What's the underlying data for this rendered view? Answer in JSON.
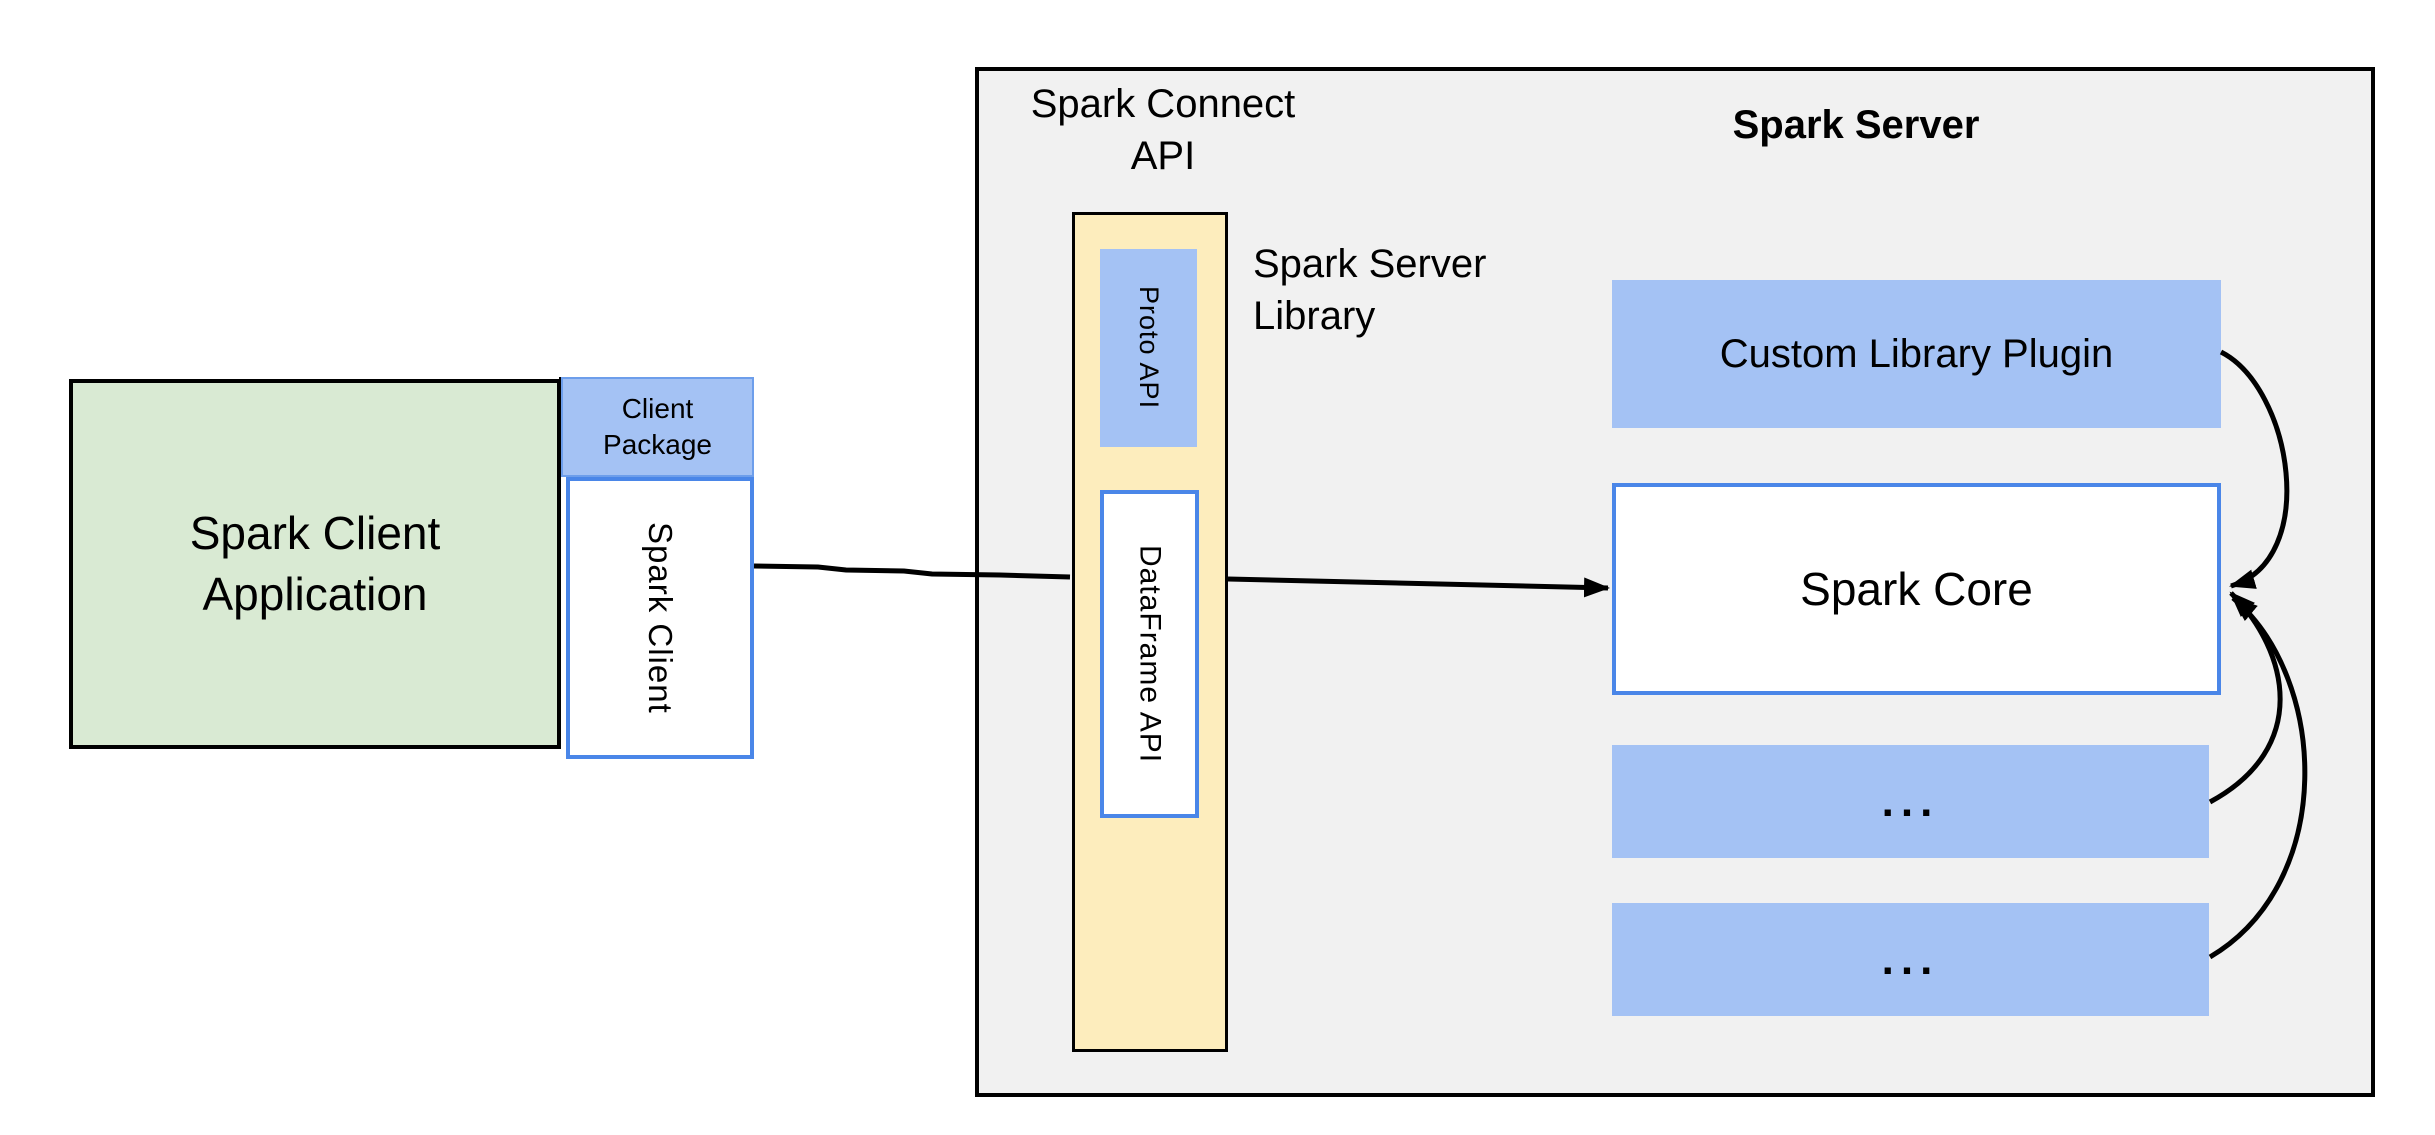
{
  "diagram": {
    "client_application": {
      "lines": [
        "Spark Client",
        "Application"
      ]
    },
    "client_package": {
      "lines": [
        "Client",
        "Package"
      ]
    },
    "spark_client": {
      "label": "Spark Client"
    },
    "spark_connect_api": {
      "lines": [
        "Spark Connect",
        "API"
      ]
    },
    "spark_server": {
      "label": "Spark Server"
    },
    "spark_server_library": {
      "lines": [
        "Spark Server",
        "Library"
      ]
    },
    "proto_api": {
      "label": "Proto API"
    },
    "dataframe_api": {
      "label": "DataFrame API"
    },
    "custom_library_plugin": {
      "label": "Custom Library Plugin"
    },
    "spark_core": {
      "label": "Spark Core"
    },
    "plugin_placeholder_1": {
      "label": "..."
    },
    "plugin_placeholder_2": {
      "label": "..."
    },
    "arrows": {
      "client_to_connect": "line from Spark Client to Spark Connect API column",
      "connect_to_core": "arrow from DataFrame API column to Spark Core",
      "plugin_to_core": "curved arrow from Custom Library Plugin to Spark Core",
      "placeholder1_to_core": "curved arrow from first placeholder plugin to Spark Core",
      "placeholder2_to_core": "curved arrow from second placeholder plugin to Spark Core"
    }
  },
  "colors": {
    "green_fill": "#d9ead3",
    "blue_fill": "#a4c2f4",
    "blue_border": "#4a86e8",
    "blue_border_soft": "#6d9eeb",
    "yellow_fill": "#fdedbd",
    "container_fill": "#f1f1f1",
    "ink": "#000000",
    "background": "#ffffff"
  }
}
